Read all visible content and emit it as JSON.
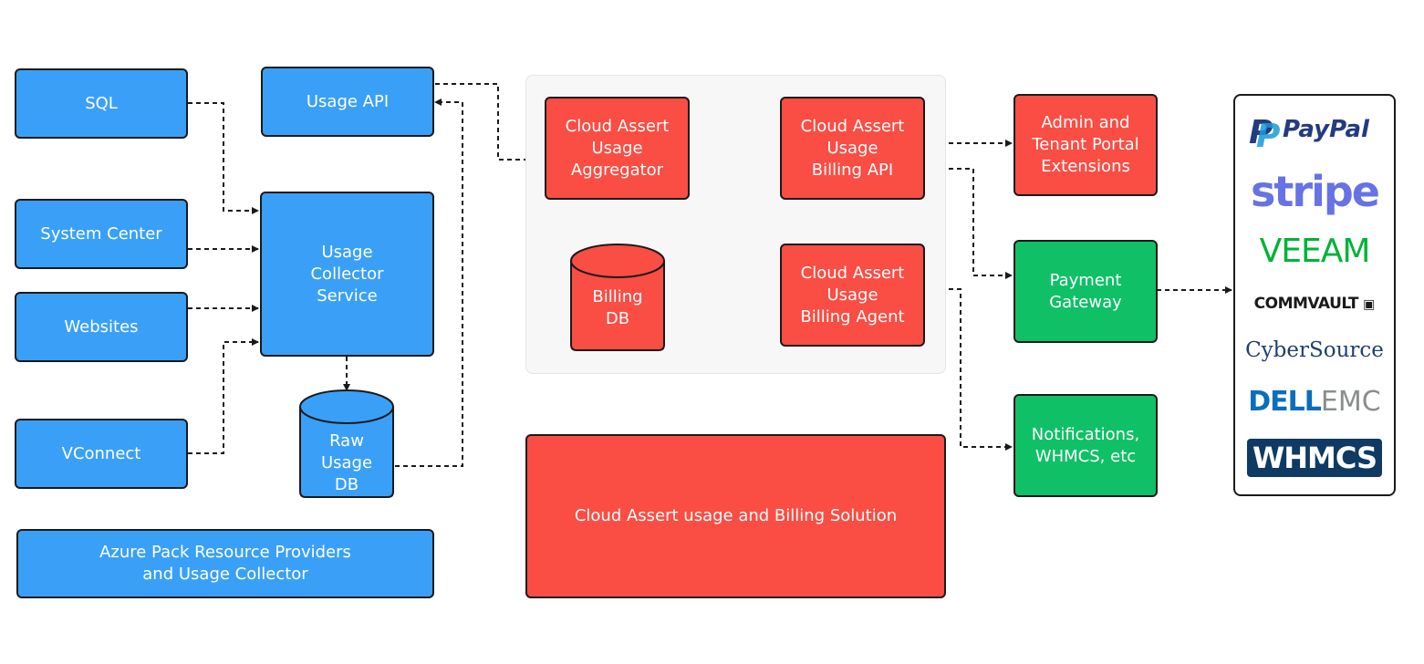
{
  "colors": {
    "blue": "#3aa0f7",
    "red": "#fa4d43",
    "green": "#10c066",
    "line": "#1a1a1a"
  },
  "sources": {
    "sql": "SQL",
    "system_center": "System Center",
    "websites": "Websites",
    "vconnect": "VConnect"
  },
  "usage_api": "Usage API",
  "collector": "Usage\nCollector\nService",
  "raw_db": "Raw\nUsage\nDB",
  "azure_pack": "Azure Pack Resource Providers\nand Usage Collector",
  "aggregator": "Cloud Assert\nUsage\nAggregator",
  "billing_db": "Billing\nDB",
  "billing_api": "Cloud Assert\nUsage\nBilling API",
  "billing_agent": "Cloud Assert\nUsage\nBilling Agent",
  "solution": "Cloud Assert usage and Billing Solution",
  "admin_portal": "Admin and\nTenant Portal\nExtensions",
  "payment_gateway": "Payment\nGateway",
  "notifications": "Notifications,\nWHMCS, etc",
  "logos": {
    "paypal": "PayPal",
    "stripe": "stripe",
    "veeam": "VEEAM",
    "commvault": "COMMVAULT",
    "cybersource": "CyberSource",
    "dell": "DELL",
    "emc": "EMC",
    "whmcs": "WHMCS"
  }
}
